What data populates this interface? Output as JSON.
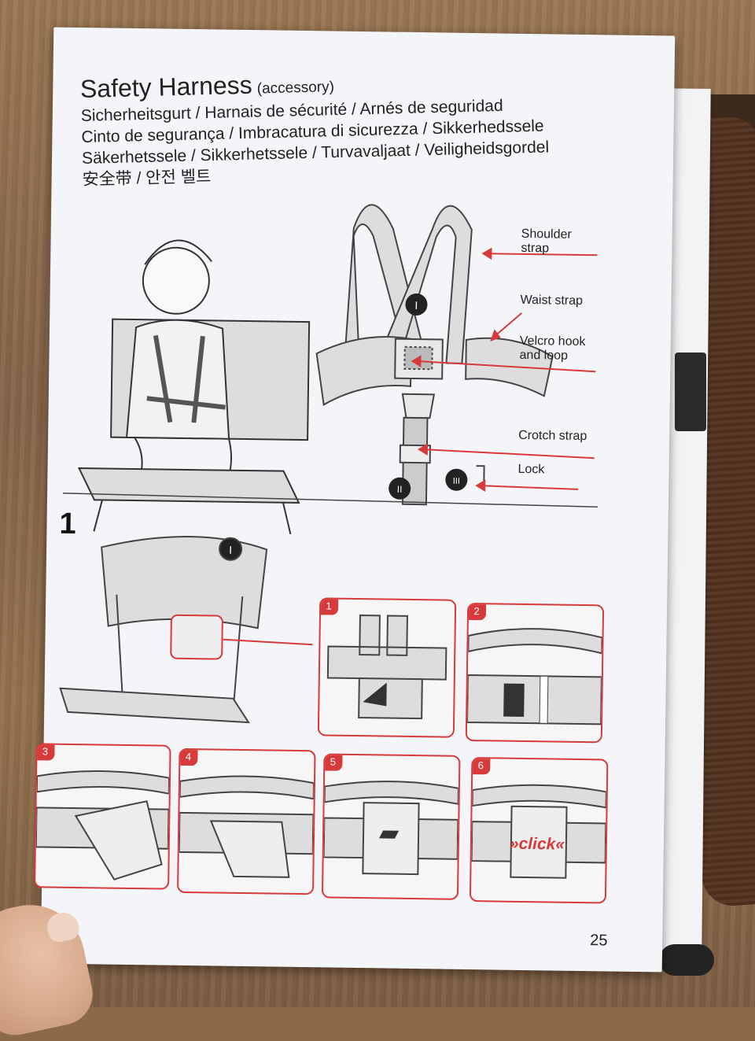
{
  "manual": {
    "title": "Safety Harness",
    "title_note": "(accessory)",
    "translations": [
      "Sicherheitsgurt / Harnais de sécurité / Arnés de seguridad",
      "Cinto de segurança / Imbracatura di sicurezza  / Sikkerhedssele",
      "Säkerhetssele / Sikkerhetssele / Turvavaljaat / Veiligheidsgordel",
      "安全带 / 안전 벨트"
    ],
    "labels": {
      "shoulder": "Shoulder\nstrap",
      "waist": "Waist strap",
      "velcro": "Velcro hook\nand loop",
      "crotch": "Crotch strap",
      "lock": "Lock"
    },
    "markers": [
      "I",
      "II",
      "III"
    ],
    "step_number": "1",
    "panel_numbers": [
      "1",
      "2",
      "3",
      "4",
      "5",
      "6"
    ],
    "click_text": "»click«",
    "page_number": "25"
  }
}
